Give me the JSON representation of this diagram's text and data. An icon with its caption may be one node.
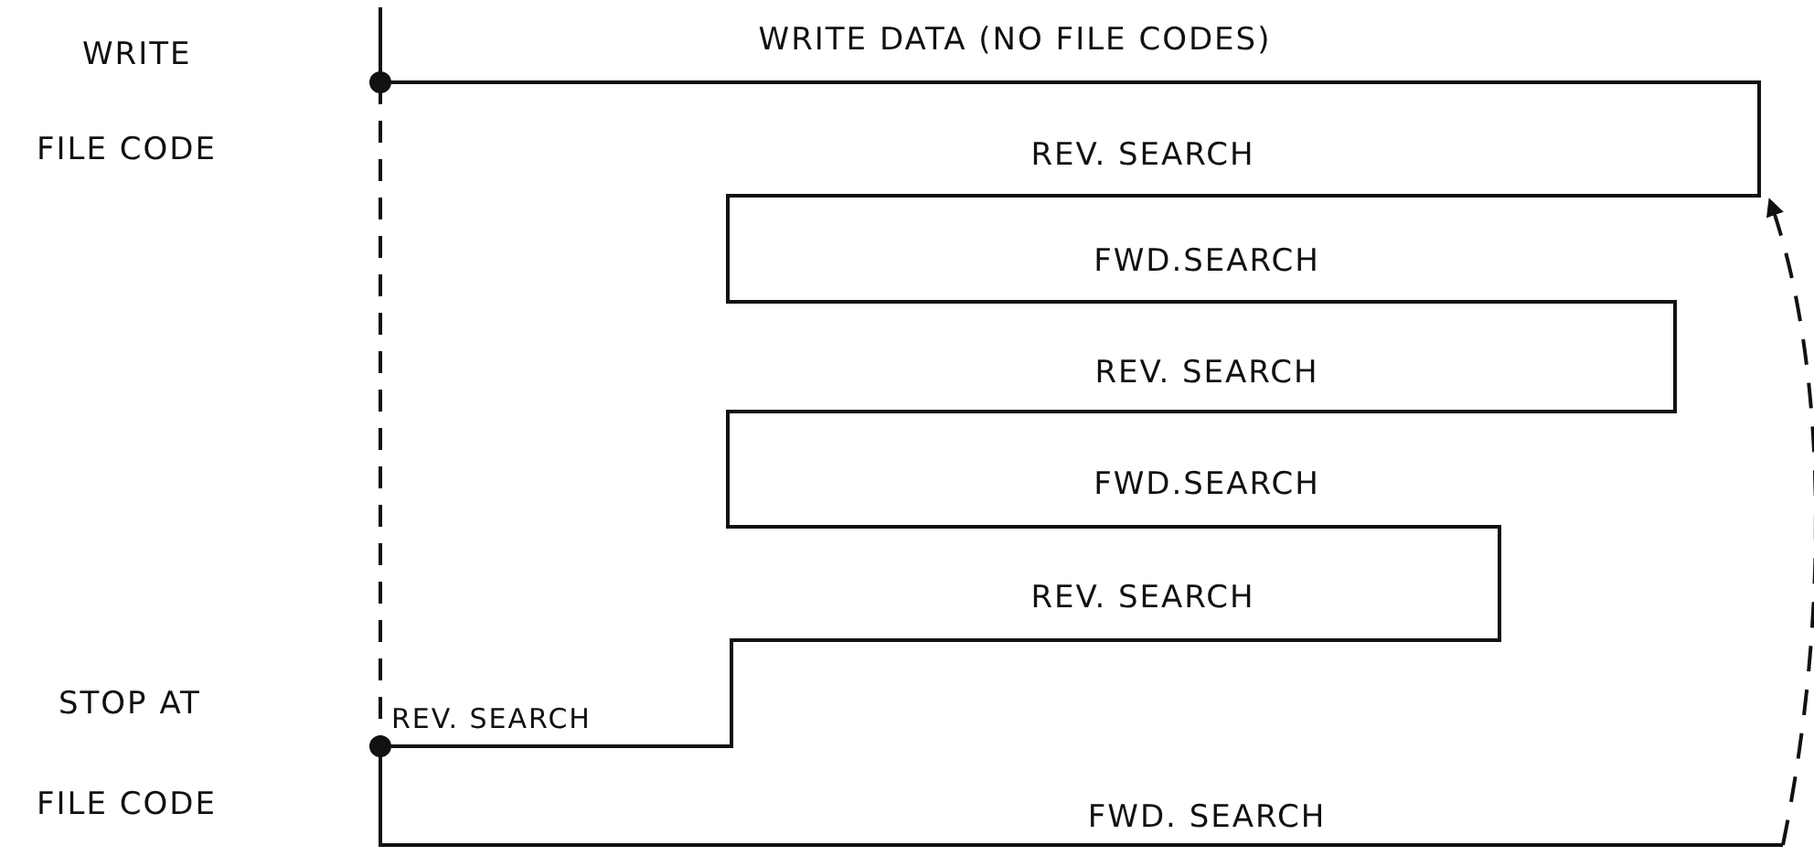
{
  "diagram": {
    "labels": [
      "WRITE",
      "WRITE DATA (NO FILE CODES)",
      "FILE CODE",
      "REV. SEARCH",
      "FWD.SEARCH",
      "REV. SEARCH",
      "FWD.SEARCH",
      "REV. SEARCH",
      "STOP AT",
      "REV. SEARCH",
      "FILE CODE",
      "FWD. SEARCH"
    ]
  }
}
